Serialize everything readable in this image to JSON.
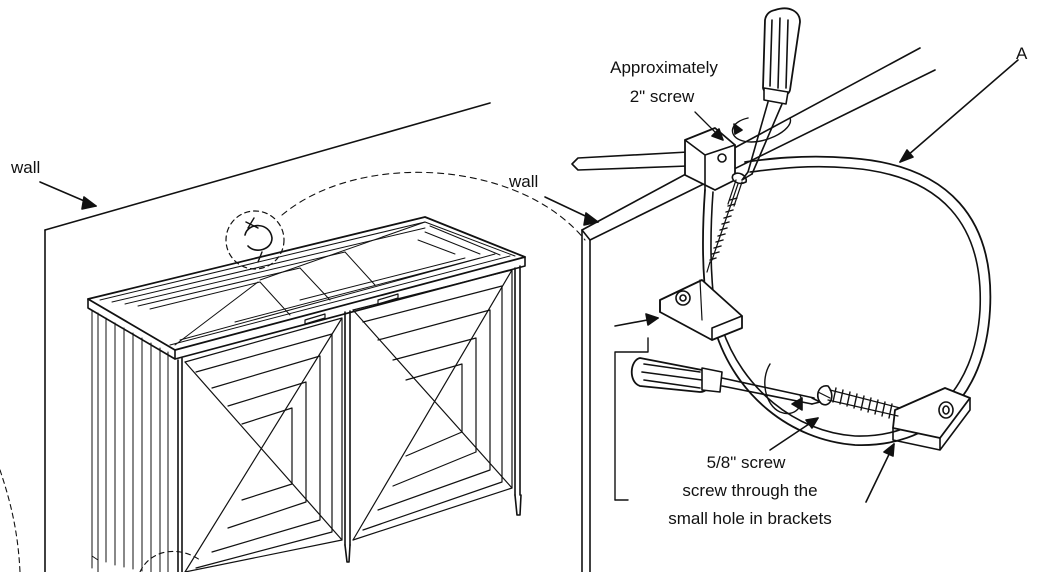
{
  "labels": {
    "wall_left": "wall",
    "wall_right": "wall",
    "callout_a": "A",
    "long_screw_line1": "Approximately",
    "long_screw_line2": "2\" screw",
    "short_screw_line1": "5/8\" screw",
    "short_screw_line2": "screw through the",
    "short_screw_line3": "small hole in brackets"
  }
}
